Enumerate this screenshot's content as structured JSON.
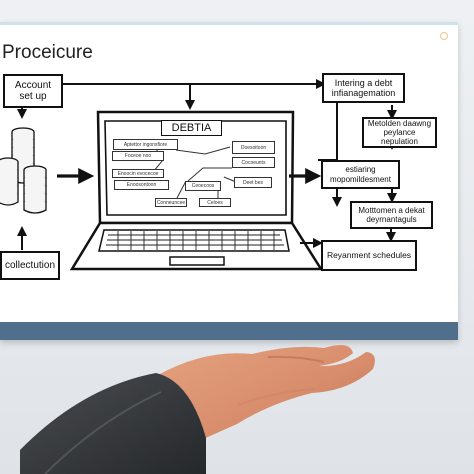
{
  "diagram": {
    "title": "Proceicure",
    "left_boxes": {
      "account": "Account set up",
      "collection": "collectution"
    },
    "laptop": {
      "screen_title": "DEBTIA",
      "screen_boxes": [
        "Aptettor ingonsfiore",
        "Foceoe noo",
        "Enoocin evocecoe",
        "Enoosontoon",
        "Doesoitoon",
        "Cocoeunts",
        "Deet bes",
        "Ceoecoos",
        "Conneuncee",
        "Celoes"
      ]
    },
    "right_boxes": {
      "top": "Intering a debt infianagemation",
      "second": "Metolden daawng peylance nepulation",
      "third": "estiaring mopomildesment",
      "fourth": "Motttomen a dekat deyrnantaguls",
      "fifth": "Reyanment schedules"
    }
  }
}
